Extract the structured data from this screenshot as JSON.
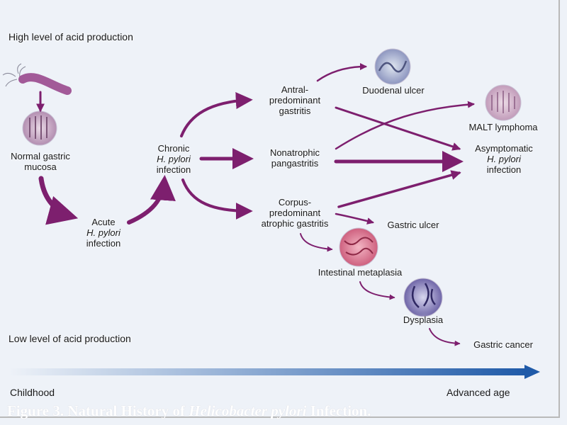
{
  "levels": {
    "high": "High level of acid production",
    "low": "Low level of acid production"
  },
  "timeline": {
    "start": "Childhood",
    "end": "Advanced age"
  },
  "nodes": {
    "normal": [
      "Normal gastric",
      "mucosa"
    ],
    "acute": {
      "line1": "Acute",
      "line2": "H. pylori",
      "line3": "infection"
    },
    "chronic": {
      "line1": "Chronic",
      "line2": "H. pylori",
      "line3": "infection"
    },
    "antral": [
      "Antral-",
      "predominant",
      "gastritis"
    ],
    "nonatrophic": [
      "Nonatrophic",
      "pangastritis"
    ],
    "corpus": [
      "Corpus-",
      "predominant",
      "atrophic gastritis"
    ],
    "duodenal_ulcer": "Duodenal ulcer",
    "malt": "MALT lymphoma",
    "asymptomatic": {
      "line1": "Asymptomatic",
      "line2": "H. pylori",
      "line3": "infection"
    },
    "gastric_ulcer": "Gastric ulcer",
    "metaplasia": "Intestinal metaplasia",
    "dysplasia": "Dysplasia",
    "cancer": "Gastric cancer"
  },
  "caption": {
    "prefix": "Figure 3. Natural History of ",
    "italic": "Helicobacter pylori",
    "suffix": " Infection."
  },
  "colors": {
    "arrow": "#7d1f6e",
    "timeline_start": "#eef2f8",
    "timeline_end": "#1f5aa8"
  }
}
